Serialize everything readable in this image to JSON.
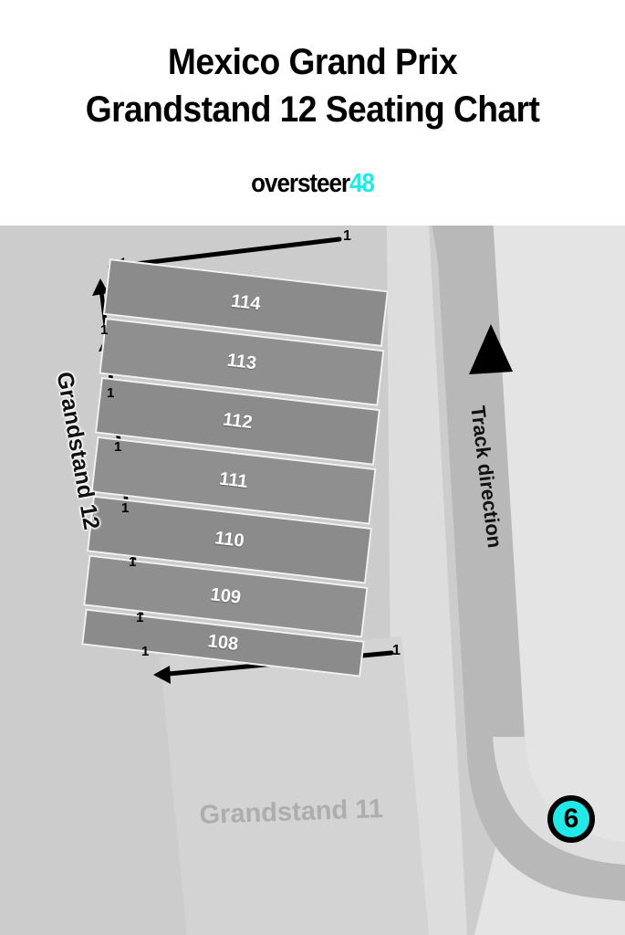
{
  "header": {
    "title_line1": "Mexico Grand Prix",
    "title_line2": "Grandstand 12 Seating Chart",
    "logo_word": "oversteer",
    "logo_number": "48",
    "accent_color": "#22e8e8"
  },
  "map": {
    "background_color": "#cccccc",
    "block_color": "#8b8b8b",
    "track_color": "#b8b8b8",
    "apron_color": "#e2e2e2",
    "grandstand_12_label": "Grandstand 12",
    "grandstand_11_label": "Grandstand 11",
    "track_direction_label": "Track direction",
    "track_direction_arrow": "up-arrow-icon",
    "turn_marker": {
      "number": "6",
      "fill": "#22e8e8",
      "stroke": "#000000"
    },
    "seat_start_labels": [
      {
        "id": "top",
        "text": "1"
      },
      {
        "id": "bottom",
        "text": "1"
      }
    ],
    "row_start_label": "1",
    "blocks": [
      {
        "name": "114",
        "row_start": "1"
      },
      {
        "name": "113",
        "row_start": "1"
      },
      {
        "name": "112",
        "row_start": "1"
      },
      {
        "name": "111",
        "row_start": "1"
      },
      {
        "name": "110",
        "row_start": "1"
      },
      {
        "name": "109",
        "row_start": "1"
      },
      {
        "name": "108",
        "row_start": "1"
      }
    ]
  }
}
